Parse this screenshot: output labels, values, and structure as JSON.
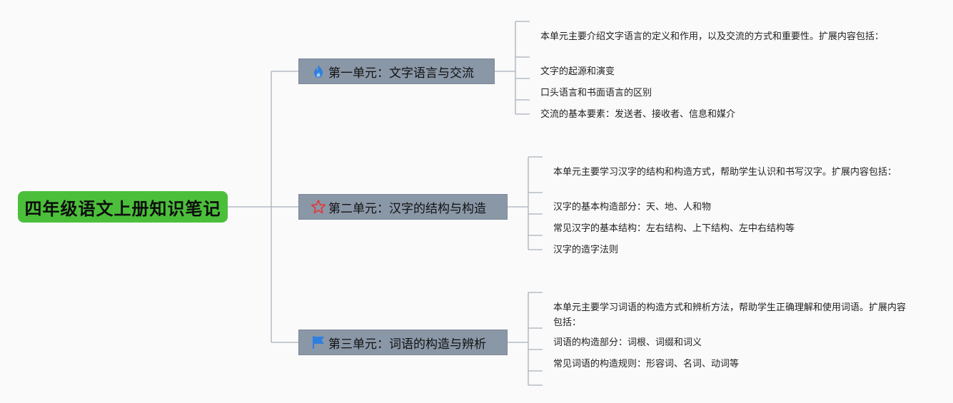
{
  "root": {
    "title": "四年级语文上册知识笔记"
  },
  "branches": [
    {
      "label": "第一单元：文字语言与交流",
      "icon": "fire-icon",
      "items": [
        "本单元主要介绍文字语言的定义和作用，以及交流的方式和重要性。扩展内容包括：",
        "文字的起源和演变",
        "口头语言和书面语言的区别",
        "交流的基本要素：发送者、接收者、信息和媒介"
      ]
    },
    {
      "label": "第二单元：汉字的结构与构造",
      "icon": "star-icon",
      "items": [
        "本单元主要学习汉字的结构和构造方式，帮助学生认识和书写汉字。扩展内容包括：",
        "汉字的基本构造部分：天、地、人和物",
        "常见汉字的基本结构：左右结构、上下结构、左中右结构等",
        "汉字的造字法则"
      ]
    },
    {
      "label": "第三单元：词语的构造与辨析",
      "icon": "flag-icon",
      "items": [
        "本单元主要学习词语的构造方式和辨析方法，帮助学生正确理解和使用词语。扩展内容包括：",
        "词语的构造部分：词根、词缀和词义",
        "常见词语的构造规则：形容词、名词、动词等"
      ]
    }
  ],
  "colors": {
    "root_fill": "#4bbf3a",
    "branch_fill": "#8a97a7",
    "connector": "#a9b0ba",
    "fire_icon": "#2f7fe0",
    "star_icon": "#e03b3b",
    "flag_icon": "#2f7fe0"
  }
}
